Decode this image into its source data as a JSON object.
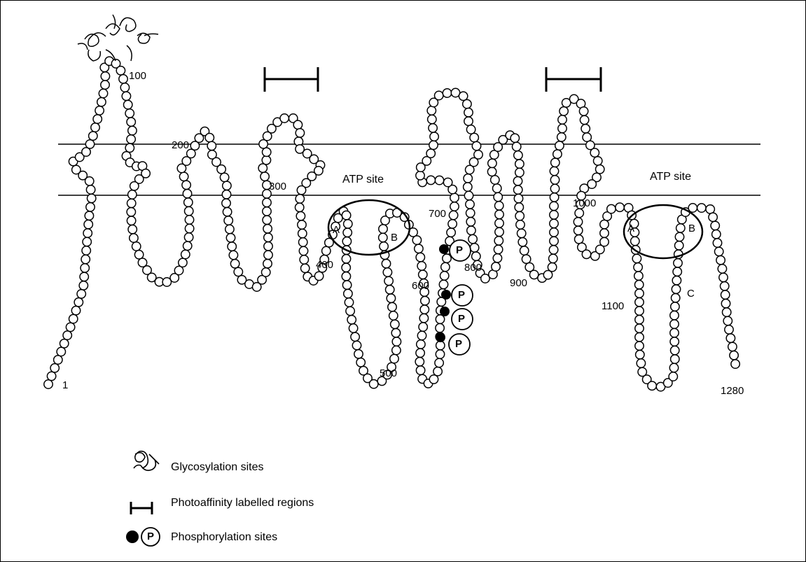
{
  "labels": {
    "n1": "1",
    "n100": "100",
    "n200": "200",
    "n300": "300",
    "n400": "400",
    "n500": "500",
    "n600": "600",
    "n700": "700",
    "n800": "800",
    "n900": "900",
    "n1000": "1000",
    "n1100": "1100",
    "n1280": "1280",
    "atp1": "ATP site",
    "atp2": "ATP site",
    "a1": "A",
    "b1": "B",
    "a2": "A",
    "b2": "B",
    "c2": "C",
    "p": "P"
  },
  "legend": {
    "glyco": "Glycosylation sites",
    "photo": "Photoaffinity labelled regions",
    "phos": "Phosphorylation sites"
  }
}
